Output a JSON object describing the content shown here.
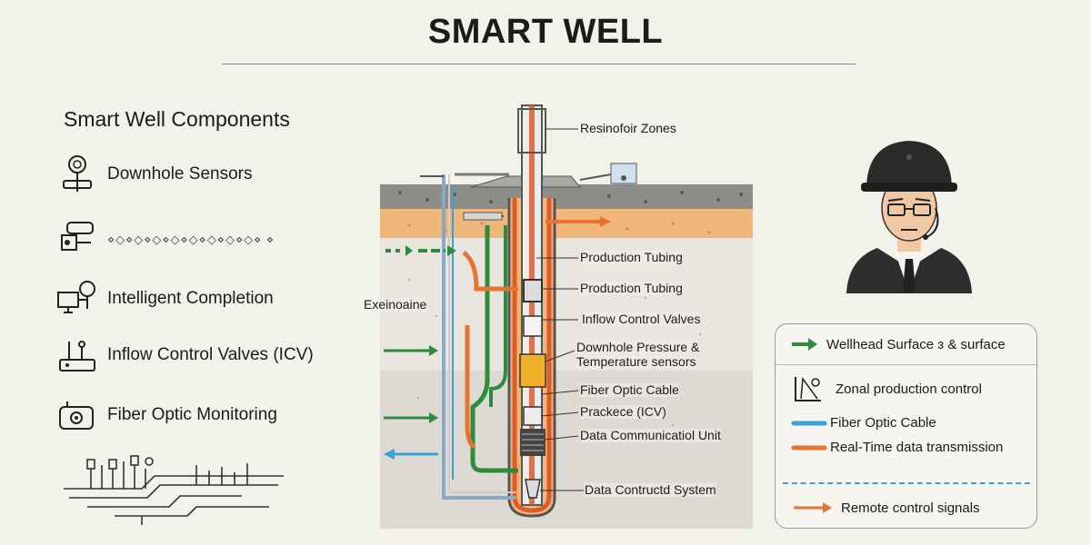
{
  "title": "SMART WELL",
  "components": {
    "heading": "Smart Well Components",
    "items": [
      {
        "label": "Downhole Sensors",
        "icon": "sensor-icon"
      },
      {
        "label": "⋄◇⋄◇⋄◇⋄◇⋄◇⋄◇⋄◇⋄◇⋄ ⋄",
        "icon": "gauge-module-icon"
      },
      {
        "label": "Intelligent Completion",
        "icon": "computer-icon"
      },
      {
        "label": "Inflow Control Valves (ICV)",
        "icon": "valve-icon"
      },
      {
        "label": "Fiber Optic Monitoring",
        "icon": "fiber-monitor-icon"
      }
    ]
  },
  "diagram": {
    "callouts": {
      "reservoir_zones": "Resinofoir Zones",
      "production_tubing_1": "Production Tubing",
      "production_tubing_2": "Production Tubing",
      "exploration": "Exeinoaine",
      "inflow_control_valves": "Inflow Control Valves",
      "downhole_pressure": "Downhole Pressure &",
      "temperature_sensors": "Temperature sensors",
      "fiber_optic_cable": "Fiber Optic Cable",
      "packer_icv": "Prackece (ICV)",
      "data_communication_unit": "Data Communicatiol Unit",
      "data_control_system": "Data Contructd System"
    }
  },
  "legend": {
    "items": [
      {
        "label": "Wellhead Surface ɜ & surface",
        "symbol": "green-arrow",
        "color": "#2e8b3e"
      },
      {
        "label": "Zonal production control",
        "symbol": "zone-icon",
        "color": "#222222"
      },
      {
        "label": "Fiber Optic Cable",
        "symbol": "blue-line",
        "color": "#3aa0d8"
      },
      {
        "label": "Real-Time data transmission",
        "symbol": "orange-line",
        "color": "#e8732e"
      },
      {
        "label": "Remote control signals",
        "symbol": "orange-arrow",
        "color": "#e8732e"
      }
    ]
  },
  "colors": {
    "background": "#f2f1ea",
    "green": "#2e8b3e",
    "blue": "#3aa0d8",
    "orange": "#e8732e",
    "sand": "#f0b77a",
    "rock": "#8d8d8a"
  }
}
